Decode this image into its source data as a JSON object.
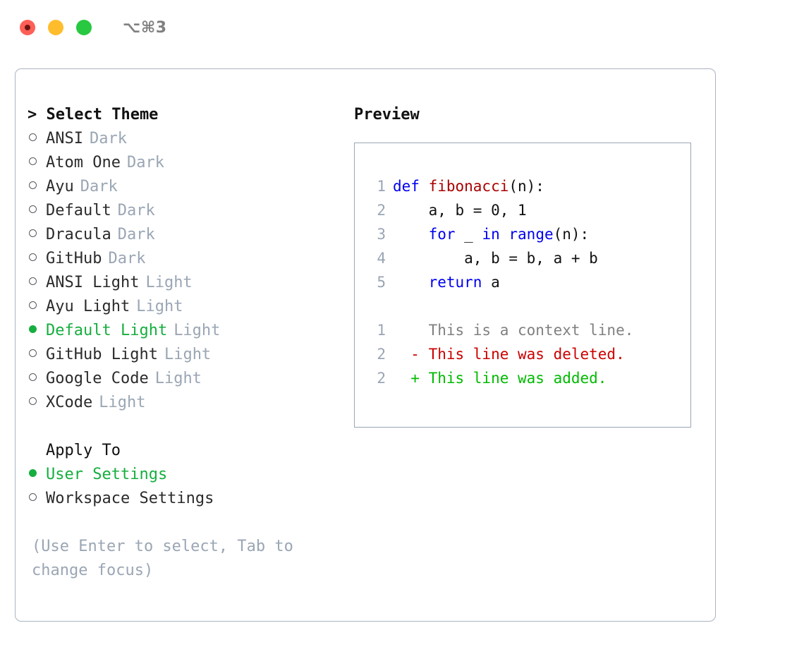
{
  "titlebar": {
    "lights": [
      {
        "name": "close",
        "color": "#ff5f57",
        "recording_dot": true
      },
      {
        "name": "minimize",
        "color": "#ffbd2e",
        "recording_dot": false
      },
      {
        "name": "maximize",
        "color": "#28c840",
        "recording_dot": false
      }
    ],
    "shortcut": "⌥⌘3"
  },
  "colors": {
    "accent_green": "#16ae3f",
    "muted": "#9aa6b4",
    "text": "#2b2b2b",
    "border": "#aab4c2",
    "keyword": "#0000ee",
    "function": "#aa0000",
    "diff_add": "#00bb00",
    "diff_del": "#cc0000",
    "diff_ctx": "#808080"
  },
  "theme_picker": {
    "header": "> Select Theme",
    "items": [
      {
        "label": "ANSI",
        "tag": "Dark",
        "selected": false
      },
      {
        "label": "Atom One",
        "tag": "Dark",
        "selected": false
      },
      {
        "label": "Ayu",
        "tag": "Dark",
        "selected": false
      },
      {
        "label": "Default",
        "tag": "Dark",
        "selected": false
      },
      {
        "label": "Dracula",
        "tag": "Dark",
        "selected": false
      },
      {
        "label": "GitHub",
        "tag": "Dark",
        "selected": false
      },
      {
        "label": "ANSI Light",
        "tag": "Light",
        "selected": false
      },
      {
        "label": "Ayu Light",
        "tag": "Light",
        "selected": false
      },
      {
        "label": "Default Light",
        "tag": "Light",
        "selected": true
      },
      {
        "label": "GitHub Light",
        "tag": "Light",
        "selected": false
      },
      {
        "label": "Google Code",
        "tag": "Light",
        "selected": false
      },
      {
        "label": "XCode",
        "tag": "Light",
        "selected": false
      }
    ]
  },
  "apply_to": {
    "header": "Apply To",
    "items": [
      {
        "label": "User Settings",
        "selected": true
      },
      {
        "label": "Workspace Settings",
        "selected": false
      }
    ]
  },
  "hint": "(Use Enter to select, Tab to change focus)",
  "preview": {
    "title": "Preview",
    "code_lines": [
      {
        "num": "1",
        "tokens": [
          {
            "t": "def ",
            "c": "kw"
          },
          {
            "t": "fibonacci",
            "c": "fn"
          },
          {
            "t": "(n):",
            "c": "plain"
          }
        ]
      },
      {
        "num": "2",
        "tokens": [
          {
            "t": "    a, b = 0, 1",
            "c": "plain"
          }
        ]
      },
      {
        "num": "3",
        "tokens": [
          {
            "t": "    ",
            "c": "plain"
          },
          {
            "t": "for",
            "c": "kw"
          },
          {
            "t": " _ ",
            "c": "plain"
          },
          {
            "t": "in ",
            "c": "kw"
          },
          {
            "t": "range",
            "c": "kw"
          },
          {
            "t": "(n):",
            "c": "plain"
          }
        ]
      },
      {
        "num": "4",
        "tokens": [
          {
            "t": "        a, b = b, a + b",
            "c": "plain"
          }
        ]
      },
      {
        "num": "5",
        "tokens": [
          {
            "t": "    ",
            "c": "plain"
          },
          {
            "t": "return",
            "c": "kw"
          },
          {
            "t": " a",
            "c": "plain"
          }
        ]
      }
    ],
    "diff_lines": [
      {
        "num": "1",
        "marker": " ",
        "text": "This is a context line.",
        "kind": "ctx"
      },
      {
        "num": "2",
        "marker": "-",
        "text": "This line was deleted.",
        "kind": "del"
      },
      {
        "num": "2",
        "marker": "+",
        "text": "This line was added.",
        "kind": "add"
      }
    ]
  }
}
